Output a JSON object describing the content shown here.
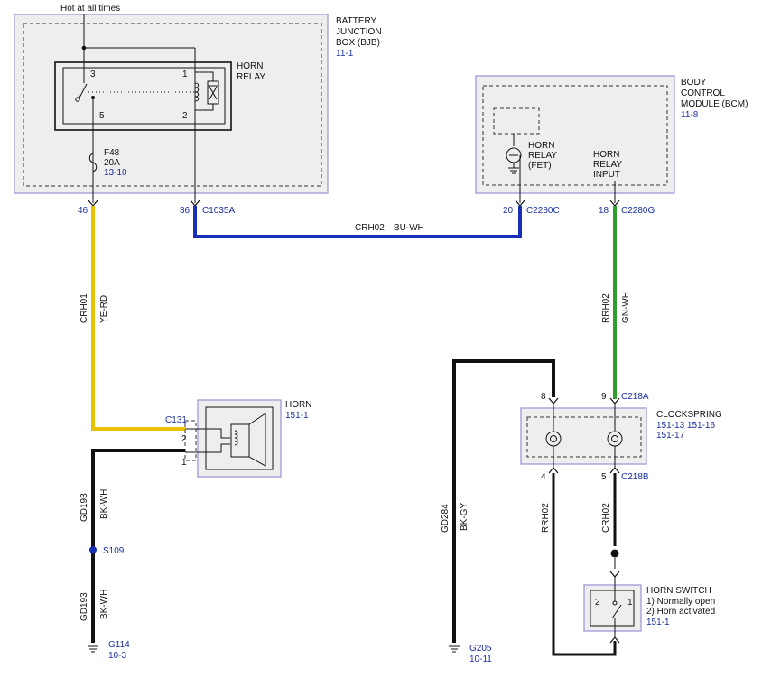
{
  "bjb": {
    "name": [
      "BATTERY",
      "JUNCTION",
      "BOX (BJB)"
    ],
    "ref": "11-1",
    "hot_label": "Hot at all times"
  },
  "horn_relay": {
    "label": [
      "HORN",
      "RELAY"
    ],
    "pins": [
      "3",
      "1",
      "5",
      "2"
    ]
  },
  "fuse": {
    "id": "F48",
    "rating": "20A",
    "ref": "13-10"
  },
  "bcm": {
    "name": [
      "BODY",
      "CONTROL",
      "MODULE (BCM)"
    ],
    "ref": "11-8",
    "fet_label": [
      "HORN",
      "RELAY",
      "(FET)"
    ],
    "input_label": [
      "HORN",
      "RELAY",
      "INPUT"
    ]
  },
  "connectors": {
    "pin46": "46",
    "pin36": "36",
    "c1035a": "C1035A",
    "pin20": "20",
    "c2280c": "C2280C",
    "pin18": "18",
    "c2280g": "C2280G",
    "c131": "C131",
    "pin2": "2",
    "pin1": "1",
    "pin8": "8",
    "pin9": "9",
    "c218a": "C218A",
    "pin4": "4",
    "pin5": "5",
    "c218b": "C218B"
  },
  "wires": {
    "crh02_top": {
      "circuit": "CRH02",
      "color": "BU-WH"
    },
    "crh01": {
      "circuit": "CRH01",
      "color": "YE-RD"
    },
    "rrh02_top": {
      "circuit": "RRH02",
      "color": "GN-WH"
    },
    "gd193_a": {
      "circuit": "GD193",
      "color": "BK-WH"
    },
    "gd193_b": {
      "circuit": "GD193",
      "color": "BK-WH"
    },
    "gd284": {
      "circuit": "GD284",
      "color": "BK-GY"
    },
    "rrh02_low": {
      "circuit": "RRH02"
    },
    "crh02_low": {
      "circuit": "CRH02"
    }
  },
  "horn": {
    "label": "HORN",
    "ref": "151-1"
  },
  "clockspring": {
    "label": "CLOCKSPRING",
    "refs": "151-13  151-16",
    "ref2": "151-17"
  },
  "splice": {
    "id": "S109"
  },
  "grounds": {
    "g114": {
      "id": "G114",
      "ref": "10-3"
    },
    "g205": {
      "id": "G205",
      "ref": "10-11"
    }
  },
  "horn_switch": {
    "label": "HORN SWITCH",
    "line1": "1) Normally open",
    "line2": "2) Horn activated",
    "ref": "151-1",
    "pin_left": "2",
    "pin_right": "1"
  },
  "colors": {
    "yellow": "#e8c200",
    "blue": "#1a2fb8",
    "green": "#2e9e2e",
    "black": "#111111",
    "ref_blue": "#1a2fa0"
  }
}
